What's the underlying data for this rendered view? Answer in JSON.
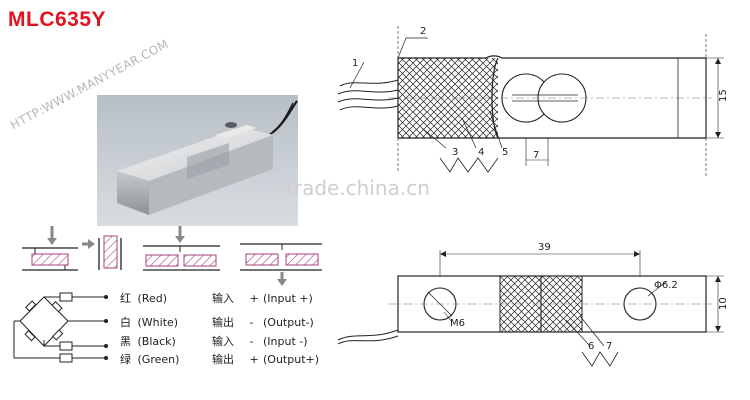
{
  "title": "MLC635Y",
  "website": "HTTP:WWW.MANYYEAR.COM",
  "watermark": "trade.china.cn",
  "wiring": [
    {
      "cn": "红",
      "en": "(Red)",
      "fn": "输入",
      "sign": "+",
      "pen": "(Input +)"
    },
    {
      "cn": "白",
      "en": "(White)",
      "fn": "输出",
      "sign": "-",
      "pen": "(Output-)"
    },
    {
      "cn": "黑",
      "en": "(Black)",
      "fn": "输入",
      "sign": "-",
      "pen": "(Input -)"
    },
    {
      "cn": "绿",
      "en": "(Green)",
      "fn": "输出",
      "sign": "+",
      "pen": "(Output+)"
    }
  ],
  "top_view": {
    "callouts": [
      "1",
      "2",
      "3",
      "4",
      "5",
      "7"
    ],
    "height_dim": "15"
  },
  "bottom_view": {
    "length_dim": "39",
    "hole_dim": "Φ6.2",
    "thread_label": "M6",
    "callouts": [
      "6",
      "7"
    ],
    "height_dim": "10"
  },
  "colors": {
    "title": "#e0131f",
    "hatch": "#a9437b",
    "line": "#222222"
  }
}
